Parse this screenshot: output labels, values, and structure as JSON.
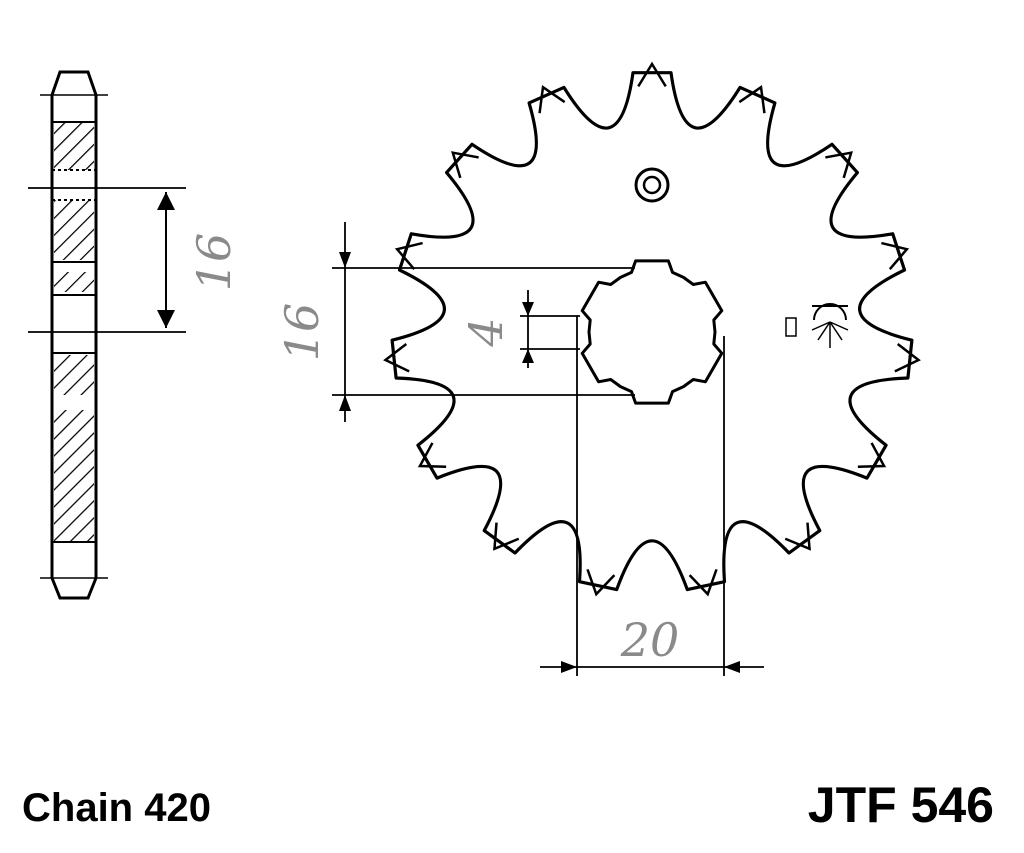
{
  "dimensions": {
    "side_height": "16",
    "bore_height": "16",
    "keyway": "4",
    "bore_diameter": "20"
  },
  "chain_label": "Chain 420",
  "part_number": "JTF 546",
  "colors": {
    "line": "#000000",
    "dimension_text": "#8a8a8a",
    "background": "#ffffff"
  }
}
